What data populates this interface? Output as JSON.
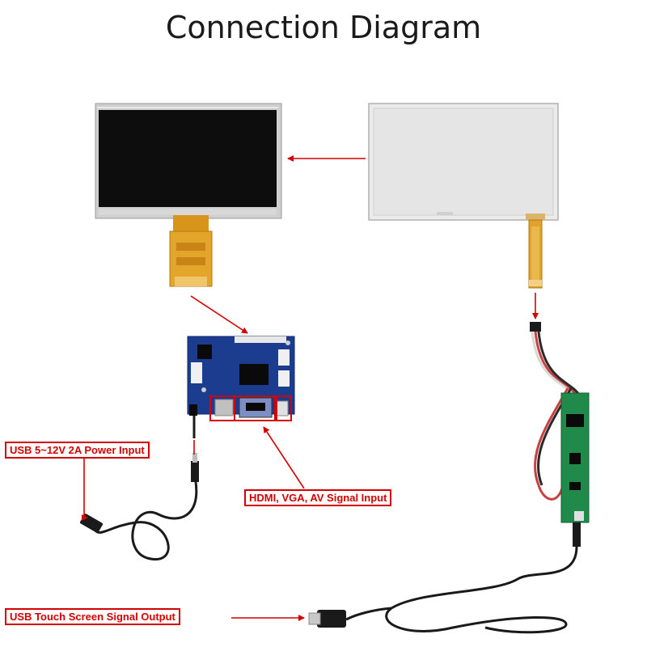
{
  "title": "Connection Diagram",
  "labels": {
    "power_input": "USB 5~12V 2A Power Input",
    "signal_input": "HDMI, VGA, AV Signal Input",
    "usb_output": "USB Touch Screen Signal Output"
  },
  "colors": {
    "arrow": "#d40000",
    "panel_frame": "#c9c9c9",
    "screen": "#0d0d0d",
    "flex_cable": "#e09a1e",
    "pcb": "#1b3c8f",
    "touch_pcb": "#1f8a4a",
    "cable": "#1a1a1a"
  }
}
